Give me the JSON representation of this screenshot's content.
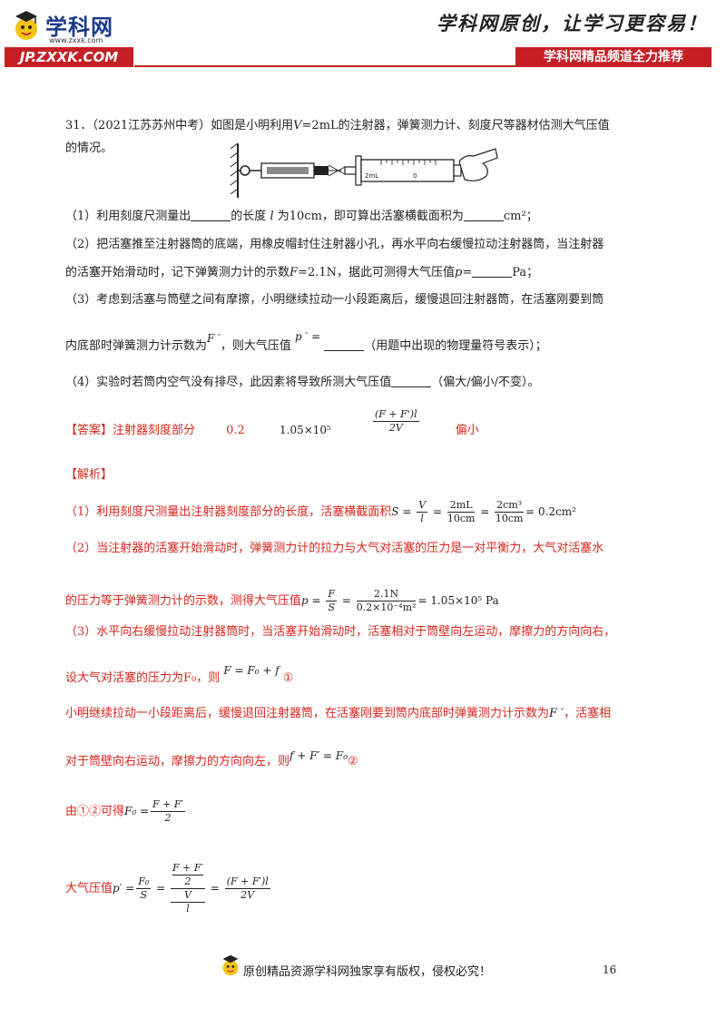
{
  "header": {
    "brand_name": "学科网",
    "brand_url": "www.zxxk.com",
    "site_banner": "JP.ZXXK.COM",
    "slogan": "学科网原创，让学习更容易！",
    "channel_banner": "学科网精品频道全力推荐"
  },
  "question": {
    "intro_1": "31．（2021江苏苏州中考）如图是小明利用",
    "intro_V": "V",
    "intro_2": "=2mL的注射器，弹簧测力计、刻度尺等器材估测大气压值",
    "intro_3": "的情况。",
    "diagram_scale_label": "2mL",
    "diagram_zero": "0",
    "q1_a": "（1）利用刻度尺测量出",
    "q1_b": "的长度",
    "q1_l": "l",
    "q1_c": "为10cm，即可算出活塞横截面积为",
    "q1_unit": "cm²；",
    "q2_line1": "（2）把活塞推至注射器筒的底端，用橡皮帽封住注射器小孔，再水平向右缓慢拉动注射器筒，当注射器",
    "q2_line2_a": "的活塞开始滑动时，记下弹簧测力计的示数",
    "q2_F": "F",
    "q2_line2_b": "=2.1N，据此可测得大气压值",
    "q2_p": "p",
    "q2_line2_c": "=",
    "q2_unit": "Pa；",
    "q3_line1": "（3）考虑到活塞与筒壁之间有摩擦，小明继续拉动一小段距离后，缓慢退回注射器筒，在活塞刚要到筒",
    "q3_line2_a": "内底部时弹簧测力计示数为",
    "q3_Fp": "F ′",
    "q3_line2_b": "，则大气压值",
    "q3_pp": "p ′ =",
    "q3_line2_c": "（用题中出现的物理量符号表示）；",
    "q4_a": "（4）实验时若筒内空气没有排尽，此因素将导致所测大气压值",
    "q4_b": "（偏大/偏小/不变）。"
  },
  "answer": {
    "label": "【答案】",
    "a1": "注射器刻度部分",
    "a2": "0.2",
    "a3": "1.05×10⁵",
    "a4_num": "(F + F')l",
    "a4_den": "2V",
    "a5": "偏小"
  },
  "analysis": {
    "label": "【解析】",
    "p1_text": "（1）利用刻度尺测量出注射器刻度部分的长度，活塞横截面积",
    "p1_S": "S",
    "p1_f1_num": "V",
    "p1_f1_den": "l",
    "p1_f2_num": "2mL",
    "p1_f2_den": "10cm",
    "p1_f3_num": "2cm³",
    "p1_f3_den": "10cm",
    "p1_result": "= 0.2cm²",
    "p2_line1": "（2）当注射器的活塞开始滑动时，弹簧测力计的拉力与大气对活塞的压力是一对平衡力，大气对活塞水",
    "p2_line2": "的压力等于弹簧测力计的示数，测得大气压值",
    "p2_p": "p",
    "p2_f1_num": "F",
    "p2_f1_den": "S",
    "p2_f2_num": "2.1N",
    "p2_f2_den": "0.2×10⁻⁴m²",
    "p2_result": "= 1.05×10⁵ Pa",
    "p3_line1": "（3）水平向右缓慢拉动注射器筒时，当活塞开始滑动时，活塞相对于筒壁向左运动，摩擦力的方向向右，",
    "p3_line2": "设大气对活塞的压力为F₀，则",
    "p3_eq1": "F = F₀ + f",
    "p3_mark1": "①",
    "p3_line3_a": "小明继续拉动一小段距离后，缓慢退回注射器筒，在活塞刚要到筒内底部时弹簧测力计示数为",
    "p3_line3_Fp": "F ′",
    "p3_line3_b": "，活塞相",
    "p3_line4": "对于筒壁向右运动，摩擦力的方向向左，则",
    "p3_eq2": "f + F′ = F₀",
    "p3_mark2": "②",
    "p4_text": "由①②可得",
    "p4_lhs": "F₀ =",
    "p4_num": "F + F′",
    "p4_den": "2",
    "p5_text": "大气压值",
    "p5_lhs": "p′ =",
    "p5_f1_num": "F₀",
    "p5_f1_den": "S",
    "p5_f2_num_top": "F + F′",
    "p5_f2_num_bot": "2",
    "p5_f2_den_top": "V",
    "p5_f2_den_bot": "l",
    "p5_f3_num": "(F + F′)l",
    "p5_f3_den": "2V"
  },
  "footer": {
    "text": "原创精品资源学科网独家享有版权，侵权必究！",
    "page_number": "16"
  },
  "colors": {
    "accent_red": "#d9261c",
    "banner_red": "#c51f24",
    "brand_blue": "#1c3a8a"
  }
}
